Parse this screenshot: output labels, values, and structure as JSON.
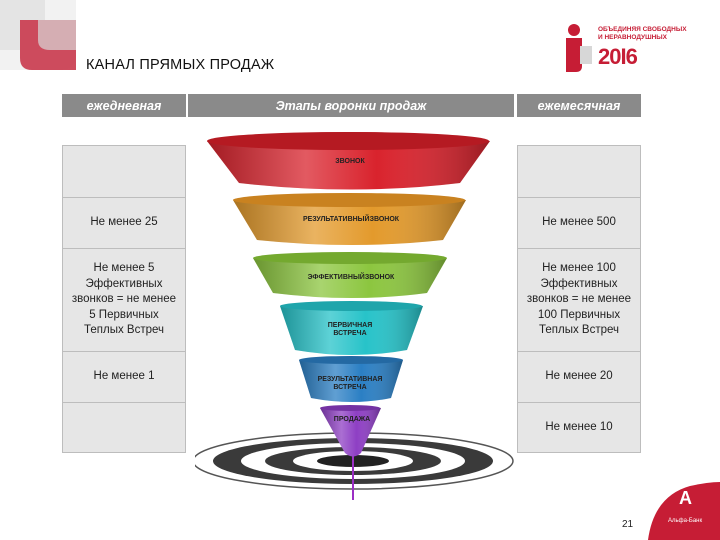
{
  "slide": {
    "title": "КАНАЛ ПРЯМЫХ ПРОДАЖ",
    "page_number": "21"
  },
  "logo": {
    "caption": "ОБЪЕДИНЯЯ СВОБОДНЫХ\nИ НЕРАВНОДУШНЫХ",
    "year": "20I6"
  },
  "bank": {
    "letter": "А",
    "name": "Альфа-Банк"
  },
  "table": {
    "headers": {
      "daily": "ежедневная",
      "stages": "Этапы воронки продаж",
      "monthly": "ежемесячная"
    },
    "daily": [
      "",
      "Не менее 25",
      "Не менее 5\nЭффективных\nзвонков = не менее\n5 Первичных\nТеплых Встреч",
      "Не менее 1",
      ""
    ],
    "monthly": [
      "",
      "Не менее 500",
      "Не менее 100\nЭффективных\nзвонков = не менее\n100 Первичных\nТеплых Встреч",
      "Не менее 20",
      "Не менее 10"
    ]
  },
  "funnel": {
    "stages": [
      {
        "label": "ЗВОНОК",
        "color": "#d9232d"
      },
      {
        "label": "РЕЗУЛЬТАТИВНЫЙЗВОНОК",
        "color": "#e39a2c"
      },
      {
        "label": "ЭФФЕКТИВНЫЙЗВОНОК",
        "color": "#8cc63f"
      },
      {
        "label": "ПЕРВИЧНАЯ\nВСТРЕЧА",
        "color": "#27c3c9"
      },
      {
        "label": "РЕЗУЛЬТАТИВНАЯ\nВСТРЕЧА",
        "color": "#2b7fc4"
      },
      {
        "label": "ПРОДАЖА",
        "color": "#8e3fc4"
      }
    ]
  },
  "colors": {
    "brand_red": "#c61d35",
    "header_gray": "#8a8a8a",
    "cell_gray": "#e6e6e6"
  }
}
